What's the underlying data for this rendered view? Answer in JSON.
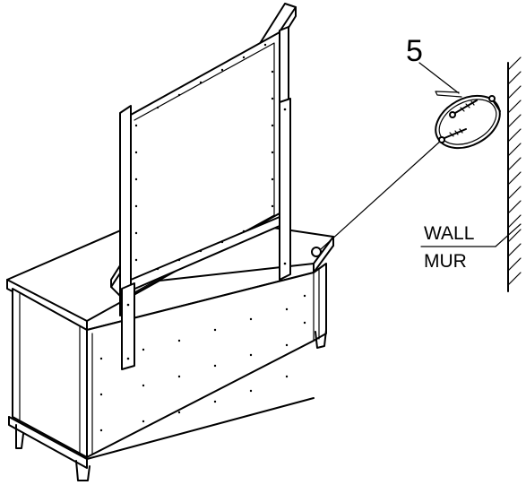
{
  "callout": {
    "number": "5"
  },
  "wall_label": {
    "english": "WALL",
    "french": "MUR"
  },
  "icons": {
    "strap": "wall-anchor-strap-icon",
    "screw": "screw-icon",
    "dresser": "dresser-icon",
    "mirror": "mirror-icon"
  }
}
